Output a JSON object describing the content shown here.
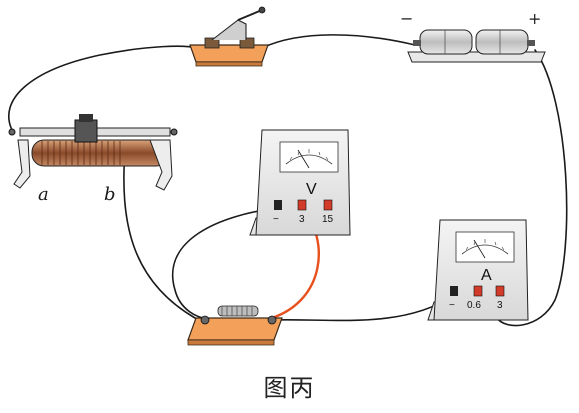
{
  "caption": "图丙",
  "rheostat": {
    "terminal_a": "a",
    "terminal_b": "b"
  },
  "voltmeter": {
    "symbol": "V",
    "neg_mark": "−",
    "range_low": "3",
    "range_high": "15"
  },
  "ammeter": {
    "symbol": "A",
    "neg_mark": "−",
    "range_low": "0.6",
    "range_high": "3"
  },
  "battery": {
    "neg_mark": "−",
    "pos_mark": "+"
  },
  "colors": {
    "wire": "#1a1a1a",
    "highlight_wire": "#e8501e",
    "wood_base": "#f3a15a",
    "terminal_red": "#d23a2a"
  }
}
